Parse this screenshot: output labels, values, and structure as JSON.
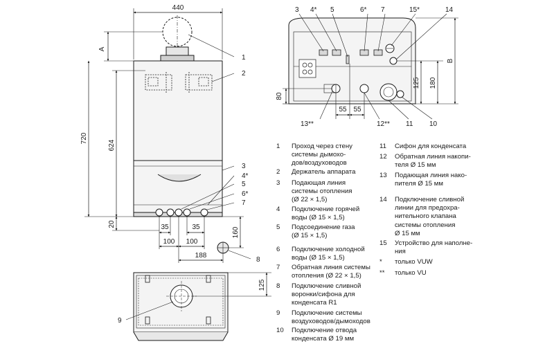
{
  "front_view": {
    "dim_width": "440",
    "dim_height": "720",
    "dim_624": "624",
    "dim_A": "A",
    "dim_20": "20",
    "dim_35_left": "35",
    "dim_35_right": "35",
    "dim_100_left": "100",
    "dim_100_right": "100",
    "dim_188": "188",
    "dim_160": "160",
    "callouts": [
      "1",
      "2",
      "3",
      "4*",
      "5",
      "6*",
      "7",
      "8"
    ]
  },
  "bottom_view": {
    "dim_125": "125",
    "callouts": [
      "9"
    ]
  },
  "top_view": {
    "dim_B": "B",
    "dim_180": "180",
    "dim_125": "125",
    "dim_80": "80",
    "dim_55_left": "55",
    "dim_55_right": "55",
    "callouts_top": [
      "3",
      "4*",
      "5",
      "6*",
      "7",
      "15*",
      "14"
    ],
    "callouts_bottom": [
      "13**",
      "12**",
      "11",
      "10"
    ]
  },
  "legend_left": [
    {
      "num": "1",
      "text": "Проход через стену\nсистемы дымохо-\nдов/воздуховодов"
    },
    {
      "num": "2",
      "text": "Держатель аппарата"
    },
    {
      "num": "3",
      "text": "Подающая линия\nсистемы отопления\n(Ø 22 × 1,5)"
    },
    {
      "num": "4",
      "text": "Подключение горячей\nводы (Ø 15 × 1,5)"
    },
    {
      "num": "5",
      "text": "Подсоединение газа\n(Ø 15 × 1,5)"
    },
    {
      "num": "6",
      "text": "Подключение холодной\nводы (Ø 15 × 1,5)"
    },
    {
      "num": "7",
      "text": "Обратная линия системы\nотопления (Ø 22 × 1,5)"
    },
    {
      "num": "8",
      "text": "Подключение сливной\nворонки/сифона для\nконденсата R1"
    },
    {
      "num": "9",
      "text": "Подключение системы\nвоздуховодов/дымоходов"
    },
    {
      "num": "10",
      "text": "Подключение отвода\nконденсата Ø 19 мм"
    }
  ],
  "legend_right": [
    {
      "num": "11",
      "text": "Сифон для конденсата"
    },
    {
      "num": "12",
      "text": "Обратная линия накопи-\nтеля Ø 15 мм"
    },
    {
      "num": "13",
      "text": "Подающая линия нако-\nпителя Ø 15 мм"
    },
    {
      "num": "14",
      "text": "Подключение сливной\nлинии для предохра-\nнительного клапана\nсистемы отопления\nØ 15 мм"
    },
    {
      "num": "15",
      "text": "Устройство для наполне-\nния"
    },
    {
      "num": "*",
      "text": "только VUW"
    },
    {
      "num": "**",
      "text": "только VU"
    }
  ]
}
